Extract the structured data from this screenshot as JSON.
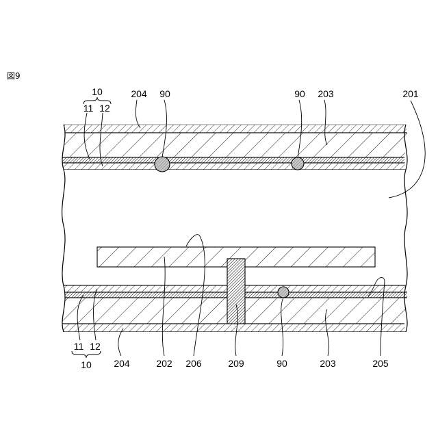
{
  "figure_title": "図9",
  "labels": {
    "top_10": "10",
    "top_11": "11",
    "top_12": "12",
    "top_204": "204",
    "top_90_left": "90",
    "top_90_right": "90",
    "top_203": "203",
    "label_201": "201",
    "bottom_11": "11",
    "bottom_12": "12",
    "bottom_10": "10",
    "bottom_204": "204",
    "bottom_202": "202",
    "bottom_206": "206",
    "bottom_209": "209",
    "bottom_90": "90",
    "bottom_203": "203",
    "bottom_205": "205"
  },
  "colors": {
    "line": "#000000",
    "background": "#ffffff",
    "ball_fill": "#c8c8c8"
  }
}
